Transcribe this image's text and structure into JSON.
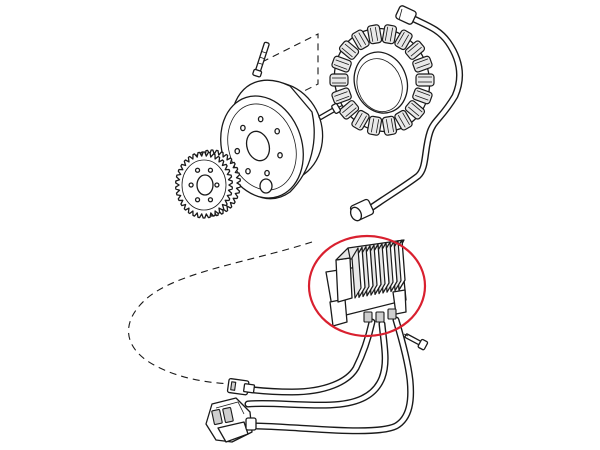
{
  "diagram": {
    "highlight_color": "#d9202f",
    "line_color": "#1a1a1a",
    "background_color": "#ffffff"
  },
  "parts": [
    {
      "name": "stator",
      "kind": "stator-coil-ring"
    },
    {
      "name": "rotor",
      "kind": "flywheel-rotor"
    },
    {
      "name": "sprocket",
      "kind": "drive-sprocket"
    },
    {
      "name": "voltage-regulator",
      "kind": "finned-regulator",
      "highlighted": true
    },
    {
      "name": "stator-bolt",
      "kind": "bolt"
    },
    {
      "name": "rotor-screw",
      "kind": "screw"
    },
    {
      "name": "regulator-bolt",
      "kind": "bolt"
    },
    {
      "name": "stator-connector",
      "kind": "plug"
    },
    {
      "name": "regulator-connector",
      "kind": "plug"
    },
    {
      "name": "stator-wire-grommet",
      "kind": "grommet"
    }
  ]
}
